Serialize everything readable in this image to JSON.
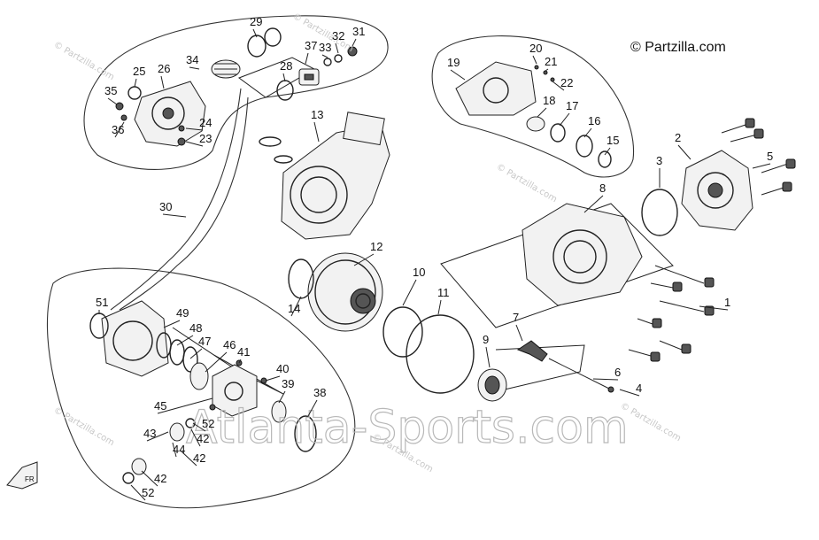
{
  "diagram": {
    "copyright": "© Partzilla.com",
    "watermark_text": "Atlanta-Sports.com",
    "small_watermark": "© Partzilla.com",
    "callouts": [
      "1",
      "2",
      "3",
      "4",
      "5",
      "6",
      "7",
      "8",
      "9",
      "10",
      "11",
      "12",
      "13",
      "14",
      "15",
      "16",
      "17",
      "18",
      "19",
      "20",
      "21",
      "22",
      "23",
      "24",
      "25",
      "26",
      "28",
      "29",
      "30",
      "31",
      "32",
      "33",
      "34",
      "35",
      "36",
      "37",
      "38",
      "39",
      "40",
      "41",
      "42",
      "42",
      "42",
      "43",
      "44",
      "45",
      "46",
      "47",
      "48",
      "49",
      "51",
      "52",
      "52"
    ]
  }
}
